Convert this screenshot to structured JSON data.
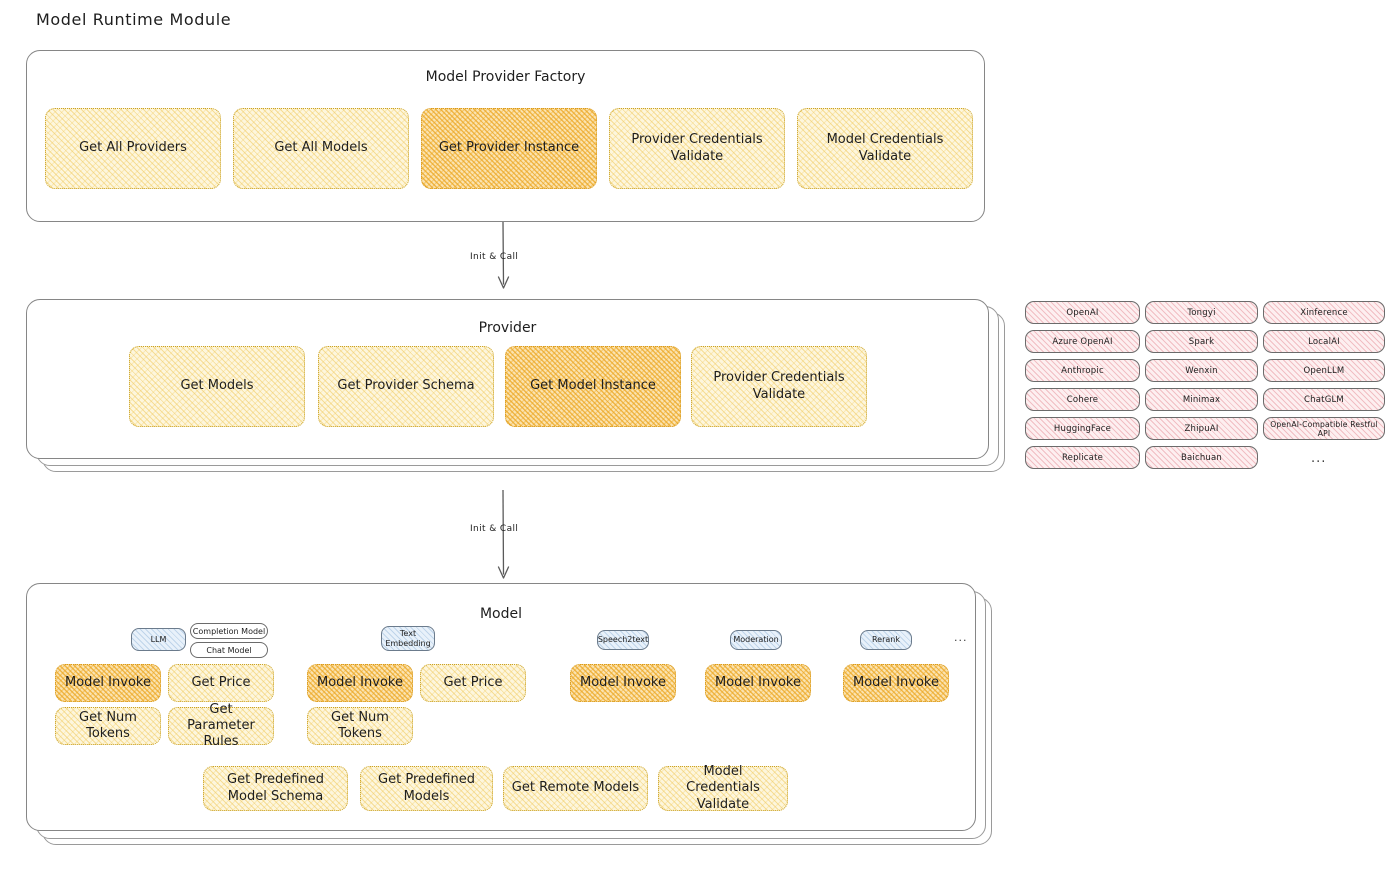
{
  "page": {
    "title": "Model Runtime Module"
  },
  "factory": {
    "title": "Model Provider Factory",
    "items": [
      {
        "label": "Get All Providers",
        "highlight": false
      },
      {
        "label": "Get All Models",
        "highlight": false
      },
      {
        "label": "Get Provider Instance",
        "highlight": true
      },
      {
        "label": "Provider Credentials Validate",
        "highlight": false
      },
      {
        "label": "Model Credentials Validate",
        "highlight": false
      }
    ]
  },
  "arrows": [
    {
      "label": "Init & Call"
    },
    {
      "label": "Init & Call"
    }
  ],
  "provider": {
    "title": "Provider",
    "items": [
      {
        "label": "Get Models",
        "highlight": false
      },
      {
        "label": "Get Provider Schema",
        "highlight": false
      },
      {
        "label": "Get Model Instance",
        "highlight": true
      },
      {
        "label": "Provider Credentials Validate",
        "highlight": false
      }
    ]
  },
  "provider_list": {
    "columns": [
      [
        "OpenAI",
        "Azure OpenAI",
        "Anthropic",
        "Cohere",
        "HuggingFace",
        "Replicate"
      ],
      [
        "Tongyi",
        "Spark",
        "Wenxin",
        "Minimax",
        "ZhipuAI",
        "Baichuan"
      ],
      [
        "Xinference",
        "LocalAI",
        "OpenLLM",
        "ChatGLM",
        "OpenAI-Compatible Restful API"
      ]
    ],
    "more": "..."
  },
  "model": {
    "title": "Model",
    "more": "...",
    "categories": [
      {
        "name": "LLM",
        "subtypes": [
          "Completion Model",
          "Chat Model"
        ],
        "functions": [
          {
            "label": "Model Invoke",
            "highlight": true
          },
          {
            "label": "Get Price",
            "highlight": false
          },
          {
            "label": "Get Num Tokens",
            "highlight": false
          },
          {
            "label": "Get Parameter Rules",
            "highlight": false
          }
        ]
      },
      {
        "name": "Text Embedding",
        "subtypes": [],
        "functions": [
          {
            "label": "Model Invoke",
            "highlight": true
          },
          {
            "label": "Get Price",
            "highlight": false
          },
          {
            "label": "Get Num Tokens",
            "highlight": false
          }
        ]
      },
      {
        "name": "Speech2text",
        "subtypes": [],
        "functions": [
          {
            "label": "Model Invoke",
            "highlight": true
          }
        ]
      },
      {
        "name": "Moderation",
        "subtypes": [],
        "functions": [
          {
            "label": "Model Invoke",
            "highlight": true
          }
        ]
      },
      {
        "name": "Rerank",
        "subtypes": [],
        "functions": [
          {
            "label": "Model Invoke",
            "highlight": true
          }
        ]
      }
    ],
    "common_functions": [
      {
        "label": "Get Predefined Model Schema",
        "highlight": false
      },
      {
        "label": "Get Predefined Models",
        "highlight": false
      },
      {
        "label": "Get Remote Models",
        "highlight": false
      },
      {
        "label": "Model Credentials Validate",
        "highlight": false
      }
    ]
  },
  "colors": {
    "background": "#ffffff",
    "stroke": "#1e1e1e",
    "box_border": "#868686",
    "fn_fill": "#fdf6dd",
    "fn_highlight_fill": "#fbe3b0",
    "provider_chip_fill": "#fdeff0",
    "category_chip_fill": "#e8f1fa"
  }
}
